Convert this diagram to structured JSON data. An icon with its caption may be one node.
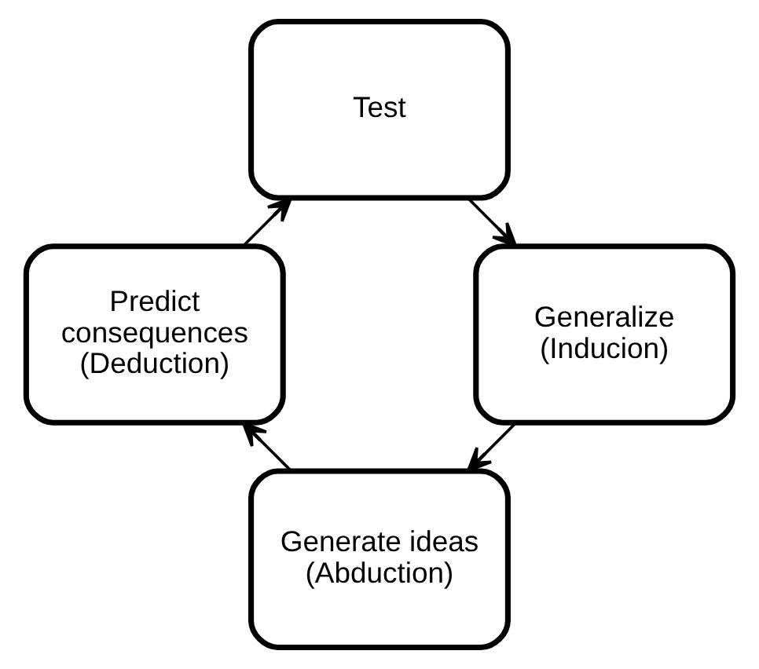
{
  "diagram": {
    "nodes": [
      {
        "text": [
          "Generate ideas (Abduction)"
        ]
      },
      {
        "text": [
          "Predict consequences (Deduction)"
        ]
      },
      {
        "text": [
          "Test"
        ]
      },
      {
        "text": [
          "Generalize (Inducion)"
        ]
      }
    ],
    "edges": [
      {
        "from": 0,
        "to": 1,
        "arrow": "to"
      },
      {
        "from": 1,
        "to": 2,
        "arrow": "to"
      },
      {
        "from": 2,
        "to": 3,
        "arrow": "to"
      },
      {
        "from": 3,
        "to": 0,
        "arrow": "to"
      }
    ]
  }
}
